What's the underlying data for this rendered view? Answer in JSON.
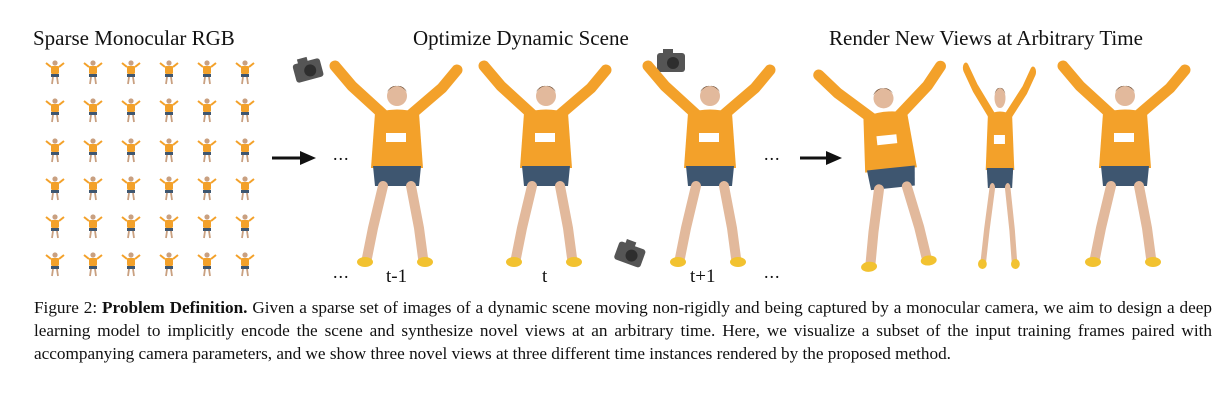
{
  "headers": {
    "input": "Sparse Monocular RGB",
    "optimize": "Optimize Dynamic Scene",
    "render": "Render New Views at Arbitrary Time"
  },
  "time_labels": [
    "t-1",
    "t",
    "t+1"
  ],
  "ellipsis": "...",
  "caption": {
    "figure_label": "Figure 2:",
    "title": "Problem Definition.",
    "body": "Given a sparse set of images of a dynamic scene moving non-rigidly and being captured by a monocular camera, we aim to design a deep learning model to implicitly encode the scene and synthesize novel views at an arbitrary time. Here, we visualize a subset of the input training frames paired with accompanying camera parameters, and we show three novel views at three different time instances rendered by the proposed method."
  },
  "colors": {
    "sweater": "#f3a12a",
    "shorts": "#3e5670",
    "skin": "#e2b99c",
    "shoes": "#f2c230",
    "camera": "#555555"
  },
  "icons": [
    "camera-icon",
    "arrow-right-icon",
    "person-figure"
  ]
}
